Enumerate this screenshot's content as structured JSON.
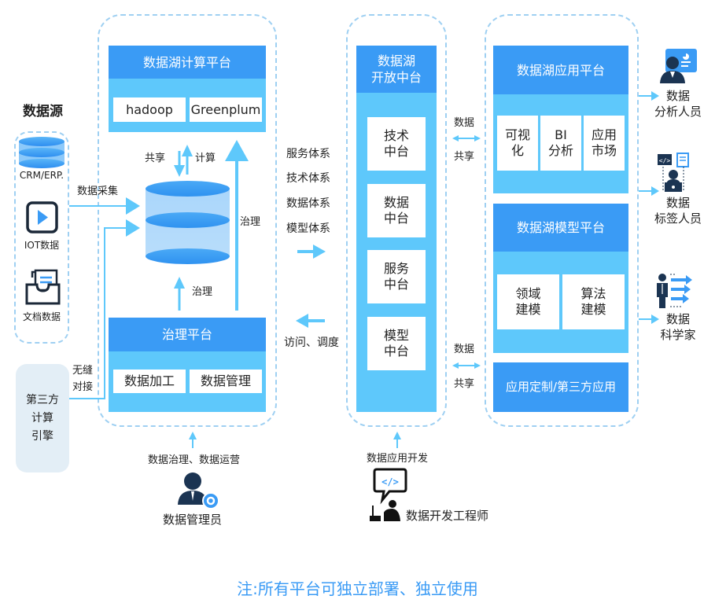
{
  "data_source": {
    "title": "数据源",
    "items": [
      {
        "label": "CRM/ERP.",
        "icon": "database-icon"
      },
      {
        "label": "IOT数据",
        "icon": "play-device-icon"
      },
      {
        "label": "文档数据",
        "icon": "document-tray-icon"
      }
    ],
    "collect_label": "数据采集"
  },
  "third_party": {
    "label_line1": "第三方",
    "label_line2": "计算",
    "label_line3": "引擎",
    "connect_line1": "无缝",
    "connect_line2": "对接"
  },
  "compute_platform": {
    "title": "数据湖计算平台",
    "items": [
      "hadoop",
      "Greenplum"
    ],
    "share_label": "共享",
    "compute_label": "计算",
    "govern_label_right": "治理",
    "govern_label_bottom": "治理"
  },
  "governance_platform": {
    "title": "治理平台",
    "items": [
      "数据加工",
      "数据管理"
    ]
  },
  "admin": {
    "action_label": "数据治理、数据运营",
    "role_label": "数据管理员"
  },
  "systems": {
    "items": [
      "服务体系",
      "技术体系",
      "数据体系",
      "模型体系"
    ],
    "back_label": "访问、调度"
  },
  "open_platform": {
    "title_line1": "数据湖",
    "title_line2": "开放中台",
    "items": [
      {
        "line1": "技术",
        "line2": "中台"
      },
      {
        "line1": "数据",
        "line2": "中台"
      },
      {
        "line1": "服务",
        "line2": "中台"
      },
      {
        "line1": "模型",
        "line2": "中台"
      }
    ]
  },
  "developer": {
    "action_label": "数据应用开发",
    "role_label": "数据开发工程师"
  },
  "data_share": {
    "top_label1": "数据",
    "top_label2": "共享",
    "bottom_label1": "数据",
    "bottom_label2": "共享"
  },
  "app_platform": {
    "title": "数据湖应用平台",
    "items": [
      {
        "line1": "可视",
        "line2": "化"
      },
      {
        "line1": "BI",
        "line2": "分析"
      },
      {
        "line1": "应用",
        "line2": "市场"
      }
    ]
  },
  "model_platform": {
    "title": "数据湖模型平台",
    "items": [
      {
        "line1": "领域",
        "line2": "建模"
      },
      {
        "line1": "算法",
        "line2": "建模"
      }
    ]
  },
  "custom_app": {
    "title": "应用定制/第三方应用"
  },
  "users": [
    {
      "line1": "数据",
      "line2": "分析人员",
      "icon": "data-analyst-icon"
    },
    {
      "line1": "数据",
      "line2": "标签人员",
      "icon": "data-tagger-icon"
    },
    {
      "line1": "数据",
      "line2": "科学家",
      "icon": "data-scientist-icon"
    }
  ],
  "footer_note": "注:所有平台可独立部署、独立使用",
  "colors": {
    "header_blue": "#3a9bf5",
    "body_light_blue": "#5ec8fb",
    "arrow_blue": "#5ec8fb",
    "dash_border": "#9fd0f2",
    "navy": "#1b3452"
  }
}
